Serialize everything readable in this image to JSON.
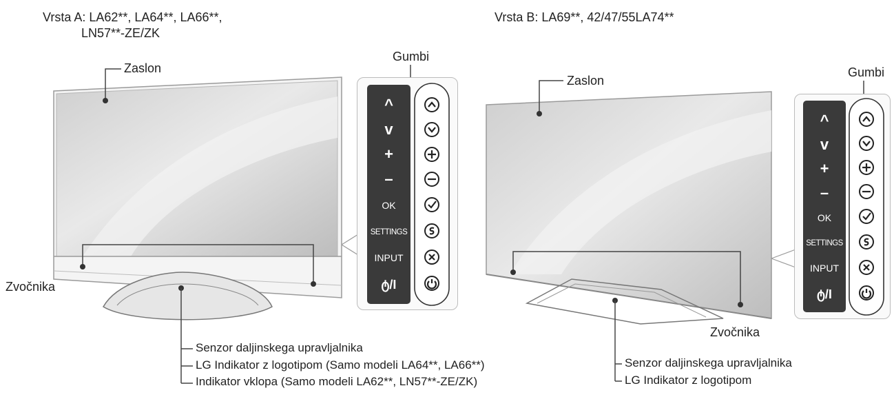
{
  "variant_a": {
    "title_line1": "Vrsta A: LA62**, LA64**, LA66**,",
    "title_line2": "LN57**-ZE/ZK",
    "screen_label": "Zaslon",
    "speakers_label": "Zvočnika",
    "buttons_label": "Gumbi",
    "callouts": [
      "Senzor daljinskega upravljalnika",
      "LG Indikator z logotipom (Samo modeli LA64**, LA66**)",
      "Indikator vklopa (Samo modeli LA62**, LN57**-ZE/ZK)"
    ]
  },
  "variant_b": {
    "title": "Vrsta B: LA69**, 42/47/55LA74**",
    "screen_label": "Zaslon",
    "speakers_label": "Zvočnika",
    "buttons_label": "Gumbi",
    "callouts": [
      "Senzor daljinskega upravljalnika",
      "LG Indikator z logotipom"
    ]
  },
  "button_panel": {
    "up": "^",
    "down": "v",
    "plus": "+",
    "minus": "–",
    "ok": "OK",
    "settings": "SETTINGS",
    "input": "INPUT",
    "power": "ტ/I"
  }
}
